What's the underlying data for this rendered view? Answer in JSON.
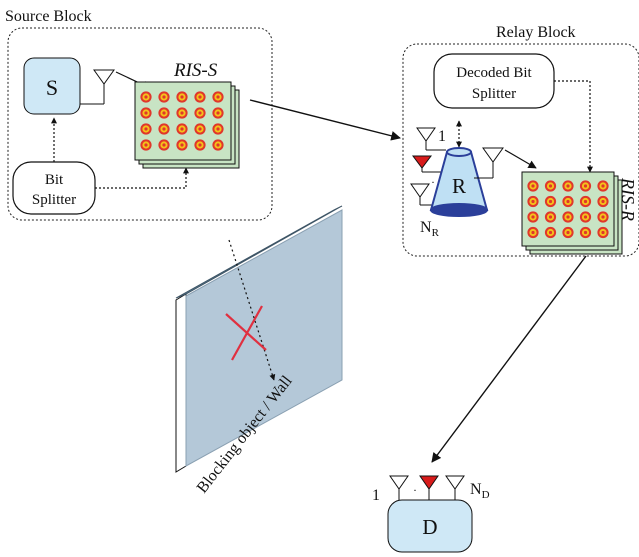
{
  "colors": {
    "node_fill": "#cfe8f6",
    "ris_panel": "#c8e4c4",
    "ris_dot_outer": "#e0372b",
    "ris_dot_inner": "#f4c21a",
    "wall_face": "#b4c8d8",
    "wall_top": "#5a7b90",
    "relay_cylinder": "#bfe0f4",
    "relay_outline": "#2b3f9a",
    "active_antenna": "#d81b1b",
    "blocked_cross": "#e03040"
  },
  "source_block": {
    "title": "Source Block",
    "node": "S",
    "bit_splitter_line1": "Bit",
    "bit_splitter_line2": "Splitter",
    "ris": "RIS-S"
  },
  "relay_block": {
    "title": "Relay Block",
    "decoded_line1": "Decoded Bit",
    "decoded_line2": "Splitter",
    "node": "R",
    "antenna_first": "1",
    "antenna_last": "N",
    "antenna_last_sub": "R",
    "ris": "RIS-R"
  },
  "wall": {
    "label": "Blocking object / Wall"
  },
  "destination": {
    "node": "D",
    "antenna_first": "1",
    "antenna_last": "N",
    "antenna_last_sub": "D"
  }
}
